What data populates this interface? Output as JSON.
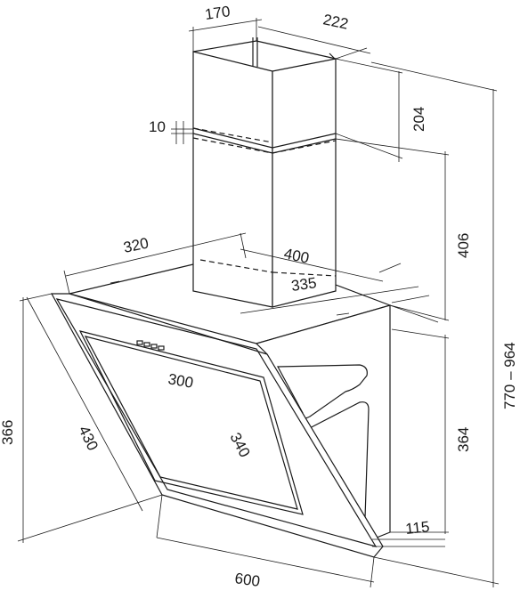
{
  "dimensions": {
    "chimney_width": "170",
    "chimney_depth": "222",
    "chimney_upper_height": "204",
    "overlap": "10",
    "chimney_lower_height": "406",
    "total_height": "770 – 964",
    "body_width": "320",
    "body_depth": "400",
    "body_inner_depth": "335",
    "glass_height": "366",
    "glass_length": "430",
    "filter_width": "300",
    "filter_length": "340",
    "body_height": "364",
    "bottom_depth": "115",
    "hood_width": "600"
  }
}
